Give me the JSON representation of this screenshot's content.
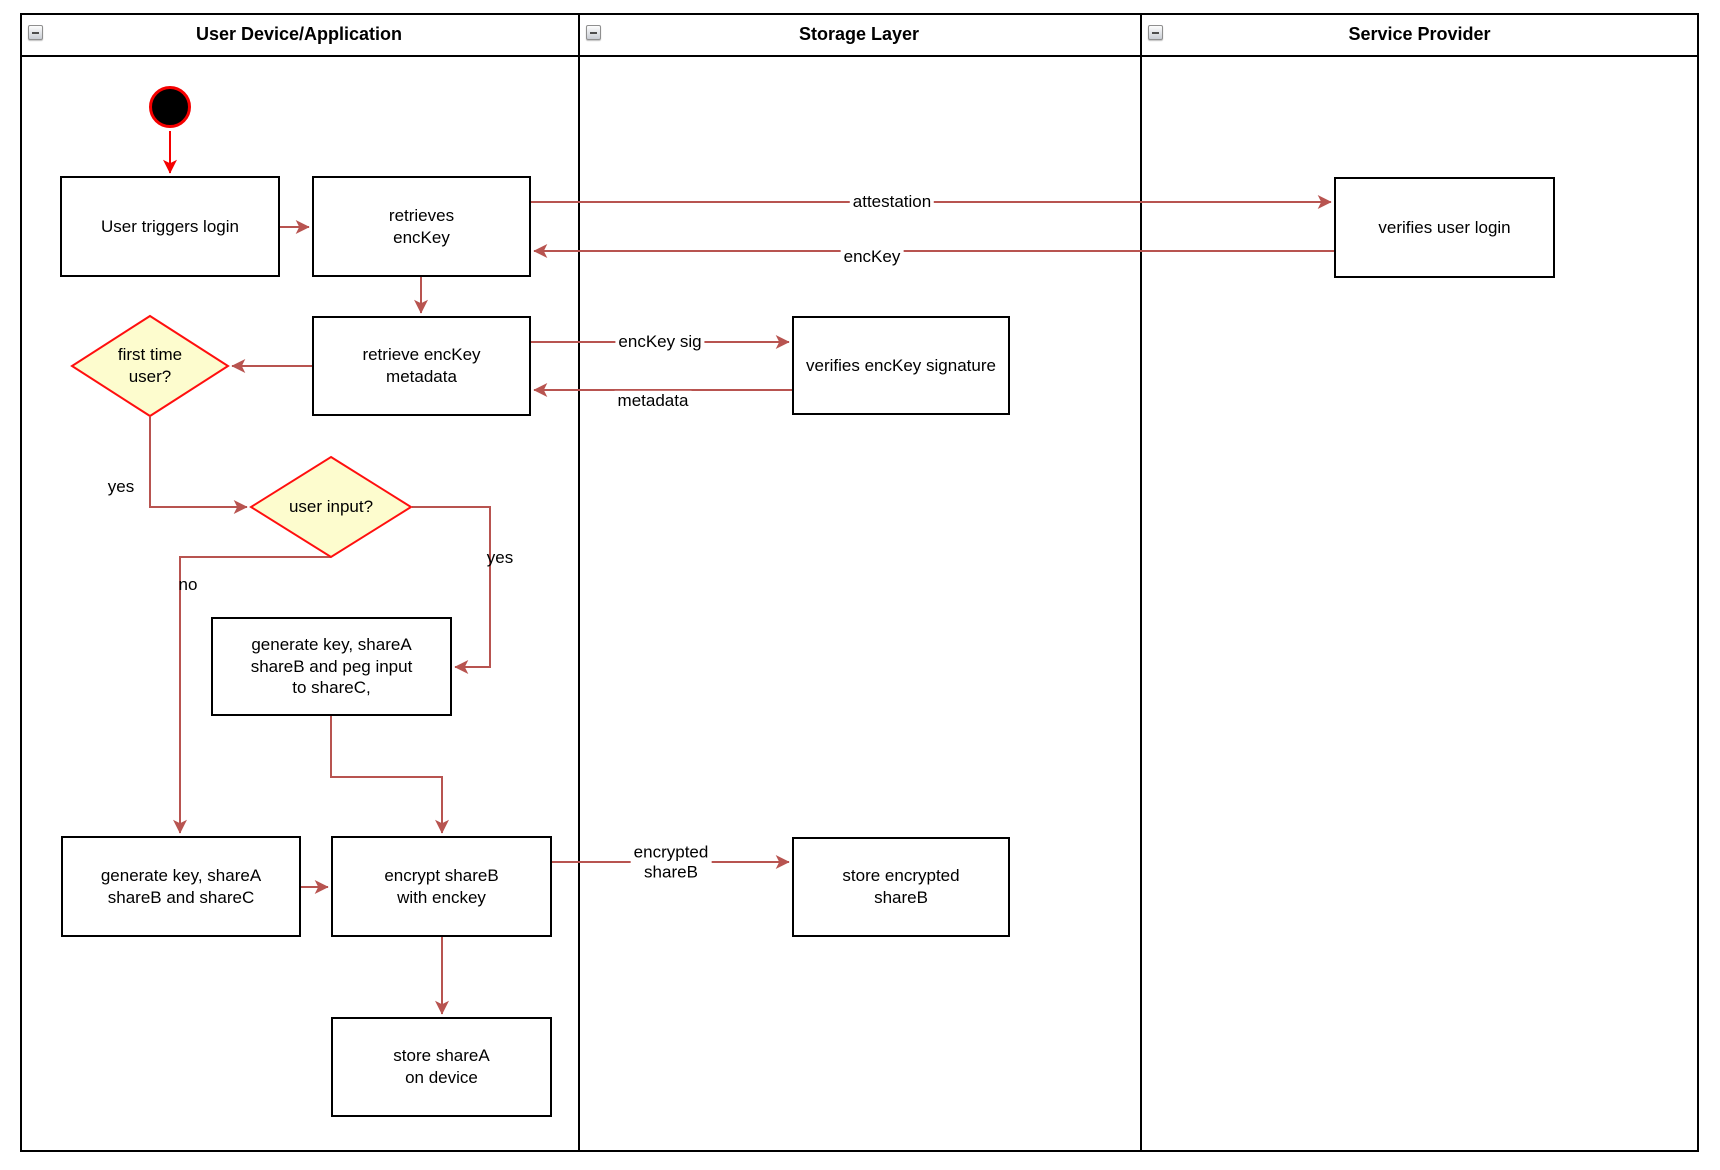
{
  "diagram": {
    "lanes": [
      {
        "title": "User Device/Application"
      },
      {
        "title": "Storage Layer"
      },
      {
        "title": "Service Provider"
      }
    ],
    "nodes": {
      "user_triggers_login": "User triggers login",
      "retrieves_enckey": "retrieves\nencKey",
      "verifies_user_login": "verifies user login",
      "retrieve_enckey_metadata": "retrieve encKey\nmetadata",
      "verifies_enckey_signature": "verifies encKey signature",
      "first_time_user": "first time\nuser?",
      "user_input": "user input?",
      "generate_key_peg_input": "generate key, shareA\nshareB and peg input\nto shareC,",
      "generate_key_sharec": "generate key, shareA\nshareB and shareC",
      "encrypt_shareb": "encrypt shareB\nwith enckey",
      "store_encrypted_shareb": "store encrypted\nshareB",
      "store_sharea": "store shareA\non device"
    },
    "edge_labels": {
      "attestation": "attestation",
      "enckey": "encKey",
      "enckey_sig": "encKey sig",
      "metadata": "metadata",
      "yes_first_time": "yes",
      "yes_user_input": "yes",
      "no_user_input": "no",
      "encrypted_shareb": "encrypted\nshareB"
    },
    "colors": {
      "edge": "#b85450",
      "start_edge": "#f50000",
      "decision_fill": "#fdfcce",
      "decision_stroke": "#ff0f0f",
      "node_border": "#000000",
      "node_fill": "#ffffff"
    }
  }
}
